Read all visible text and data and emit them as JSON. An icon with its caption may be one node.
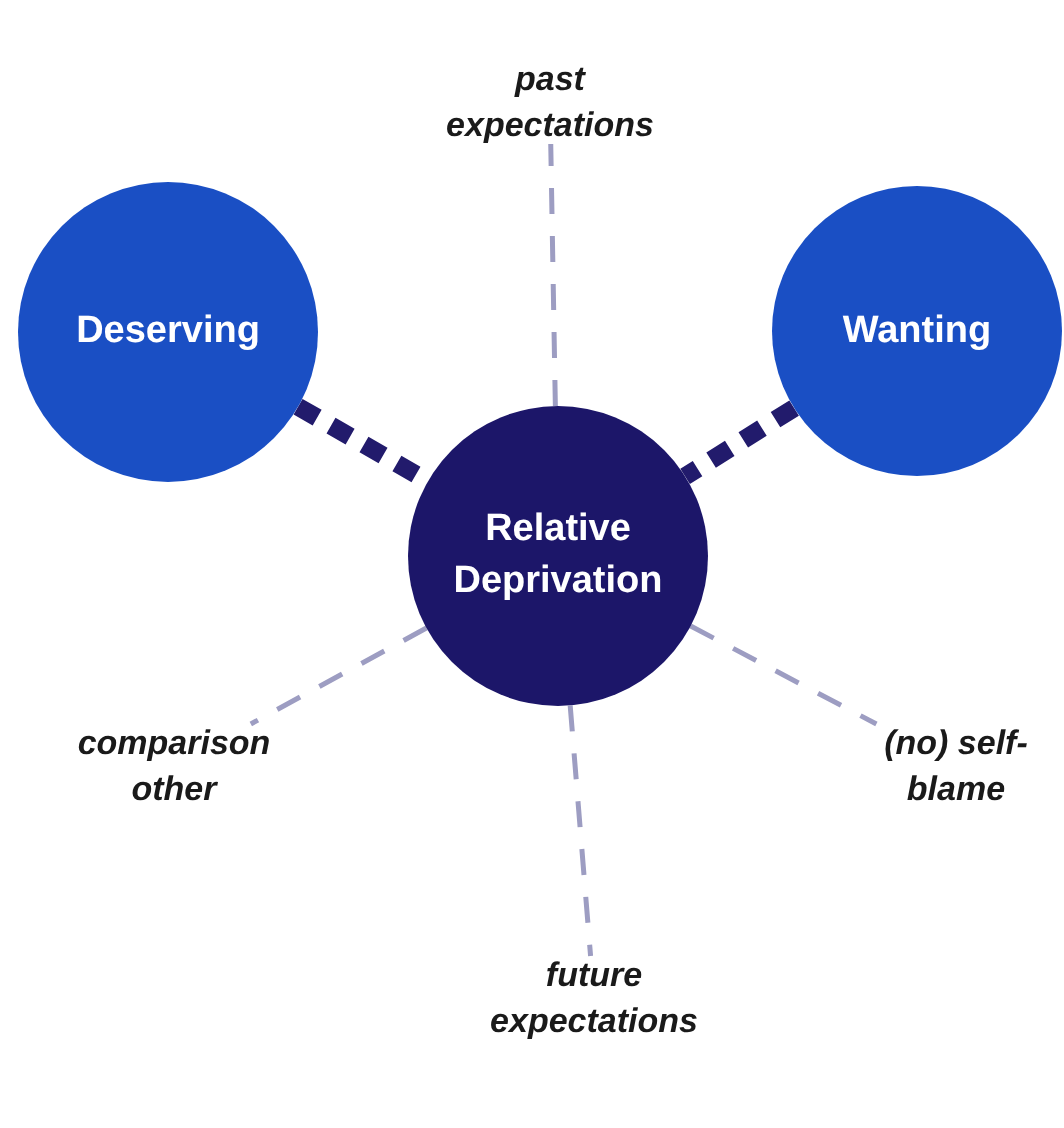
{
  "diagram": {
    "nodes": [
      {
        "text": [
          "past expectations"
        ]
      },
      {
        "text": [
          "Deserving"
        ]
      },
      {
        "text": [
          "Wanting"
        ]
      },
      {
        "text": [
          "Relative Deprivation"
        ]
      },
      {
        "text": [
          "comparison other"
        ]
      },
      {
        "text": [
          "(no) self-blame"
        ]
      },
      {
        "text": [
          "future expectations"
        ]
      }
    ],
    "edges": [
      {
        "from": 1,
        "to": 3,
        "arrow": "none",
        "style": "dashed",
        "color": "#221b6c"
      },
      {
        "from": 2,
        "to": 3,
        "arrow": "none",
        "style": "dashed",
        "color": "#221b6c"
      },
      {
        "from": 3,
        "to": 0,
        "arrow": "none",
        "style": "dashed"
      },
      {
        "from": 3,
        "to": 4,
        "arrow": "none",
        "style": "dashed"
      },
      {
        "from": 3,
        "to": 5,
        "arrow": "none",
        "style": "dashed"
      },
      {
        "from": 3,
        "to": 6,
        "arrow": "none",
        "style": "dashed"
      }
    ]
  }
}
